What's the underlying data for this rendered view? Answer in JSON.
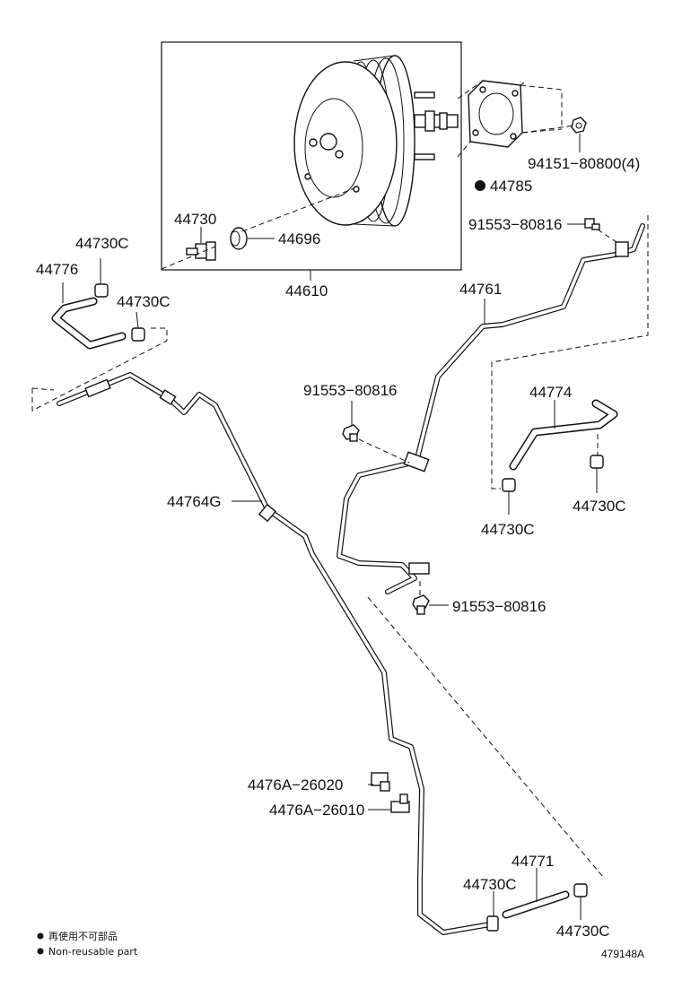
{
  "labels": {
    "p44730C_top": "44730C",
    "p44776": "44776",
    "p44730C_mid": "44730C",
    "p44730": "44730",
    "p44696": "44696",
    "p44610": "44610",
    "p94151": "94151−80800(4)",
    "p44785": "44785",
    "p91553_a": "91553−80816",
    "p44761": "44761",
    "p91553_b": "91553−80816",
    "p44774": "44774",
    "p44764G": "44764G",
    "p44730C_r1": "44730C",
    "p44730C_r2": "44730C",
    "p91553_c": "91553−80816",
    "p4476A_26020": "4476A−26020",
    "p4476A_26010": "4476A−26010",
    "p44771": "44771",
    "p44730C_b1": "44730C",
    "p44730C_b2": "44730C"
  },
  "legend": {
    "jp": "再使用不可部品",
    "en": "Non-reusable part"
  },
  "figure_code": "479148A",
  "colors": {
    "line": "#111111",
    "background": "#ffffff"
  },
  "icons": {
    "non_reusable_marker": "filled-circle-icon"
  }
}
